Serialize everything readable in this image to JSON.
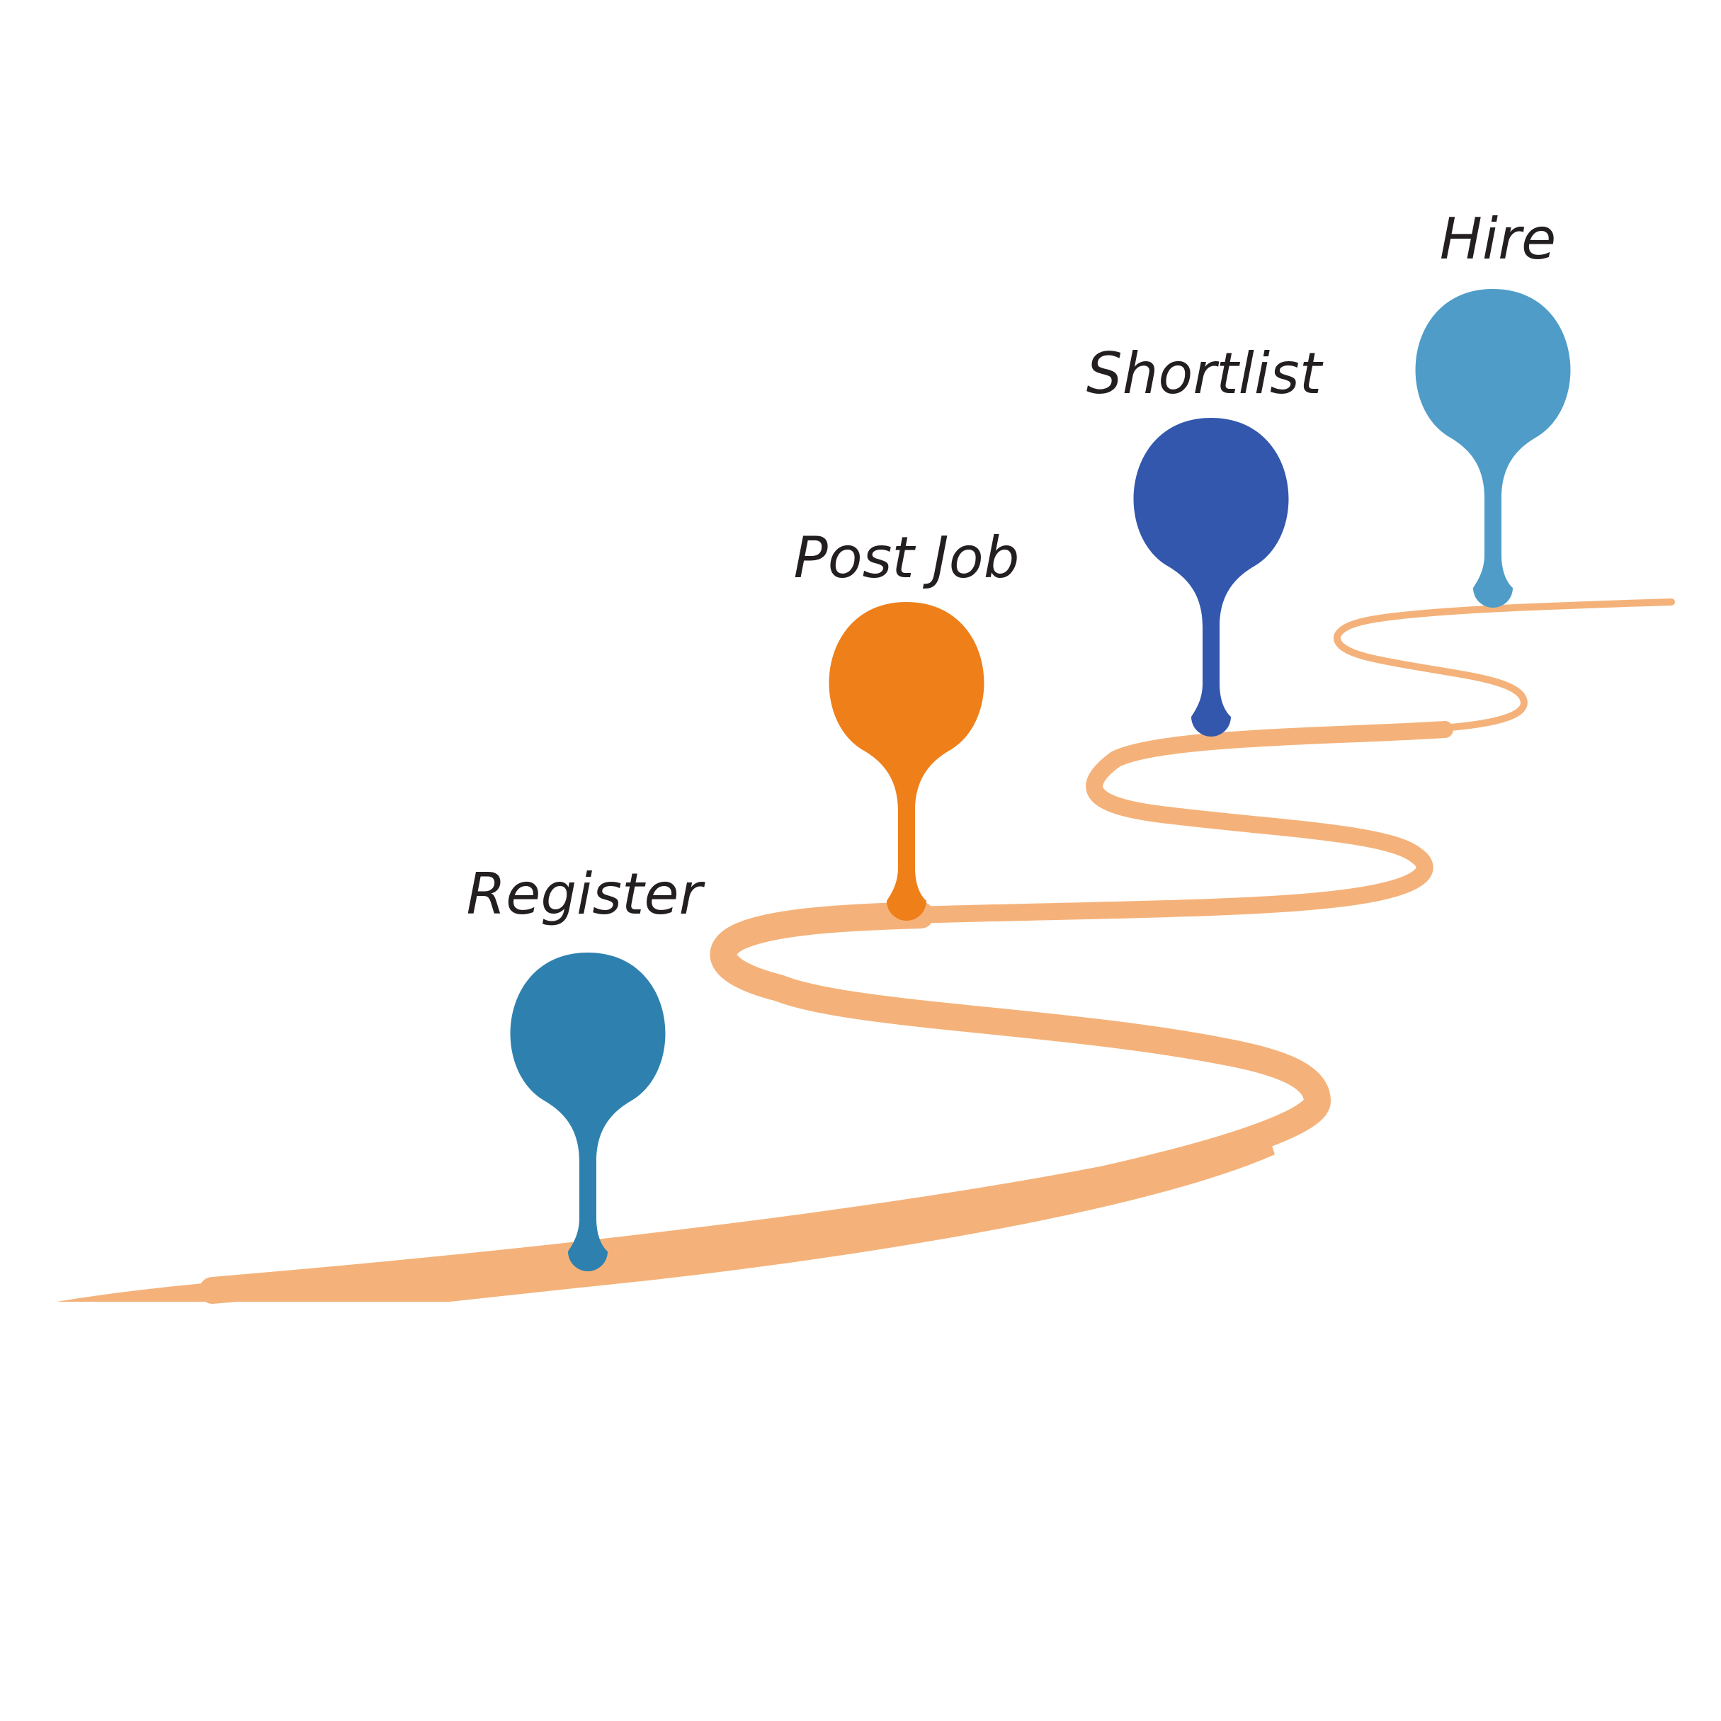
{
  "roadmap": {
    "path_color": "#f4b27a",
    "steps": [
      {
        "label": "Register",
        "color": "#2e81ae"
      },
      {
        "label": "Post Job",
        "color": "#ee7f19"
      },
      {
        "label": "Shortlist",
        "color": "#3257ad"
      },
      {
        "label": "Hire",
        "color": "#4f9cc8"
      }
    ]
  }
}
